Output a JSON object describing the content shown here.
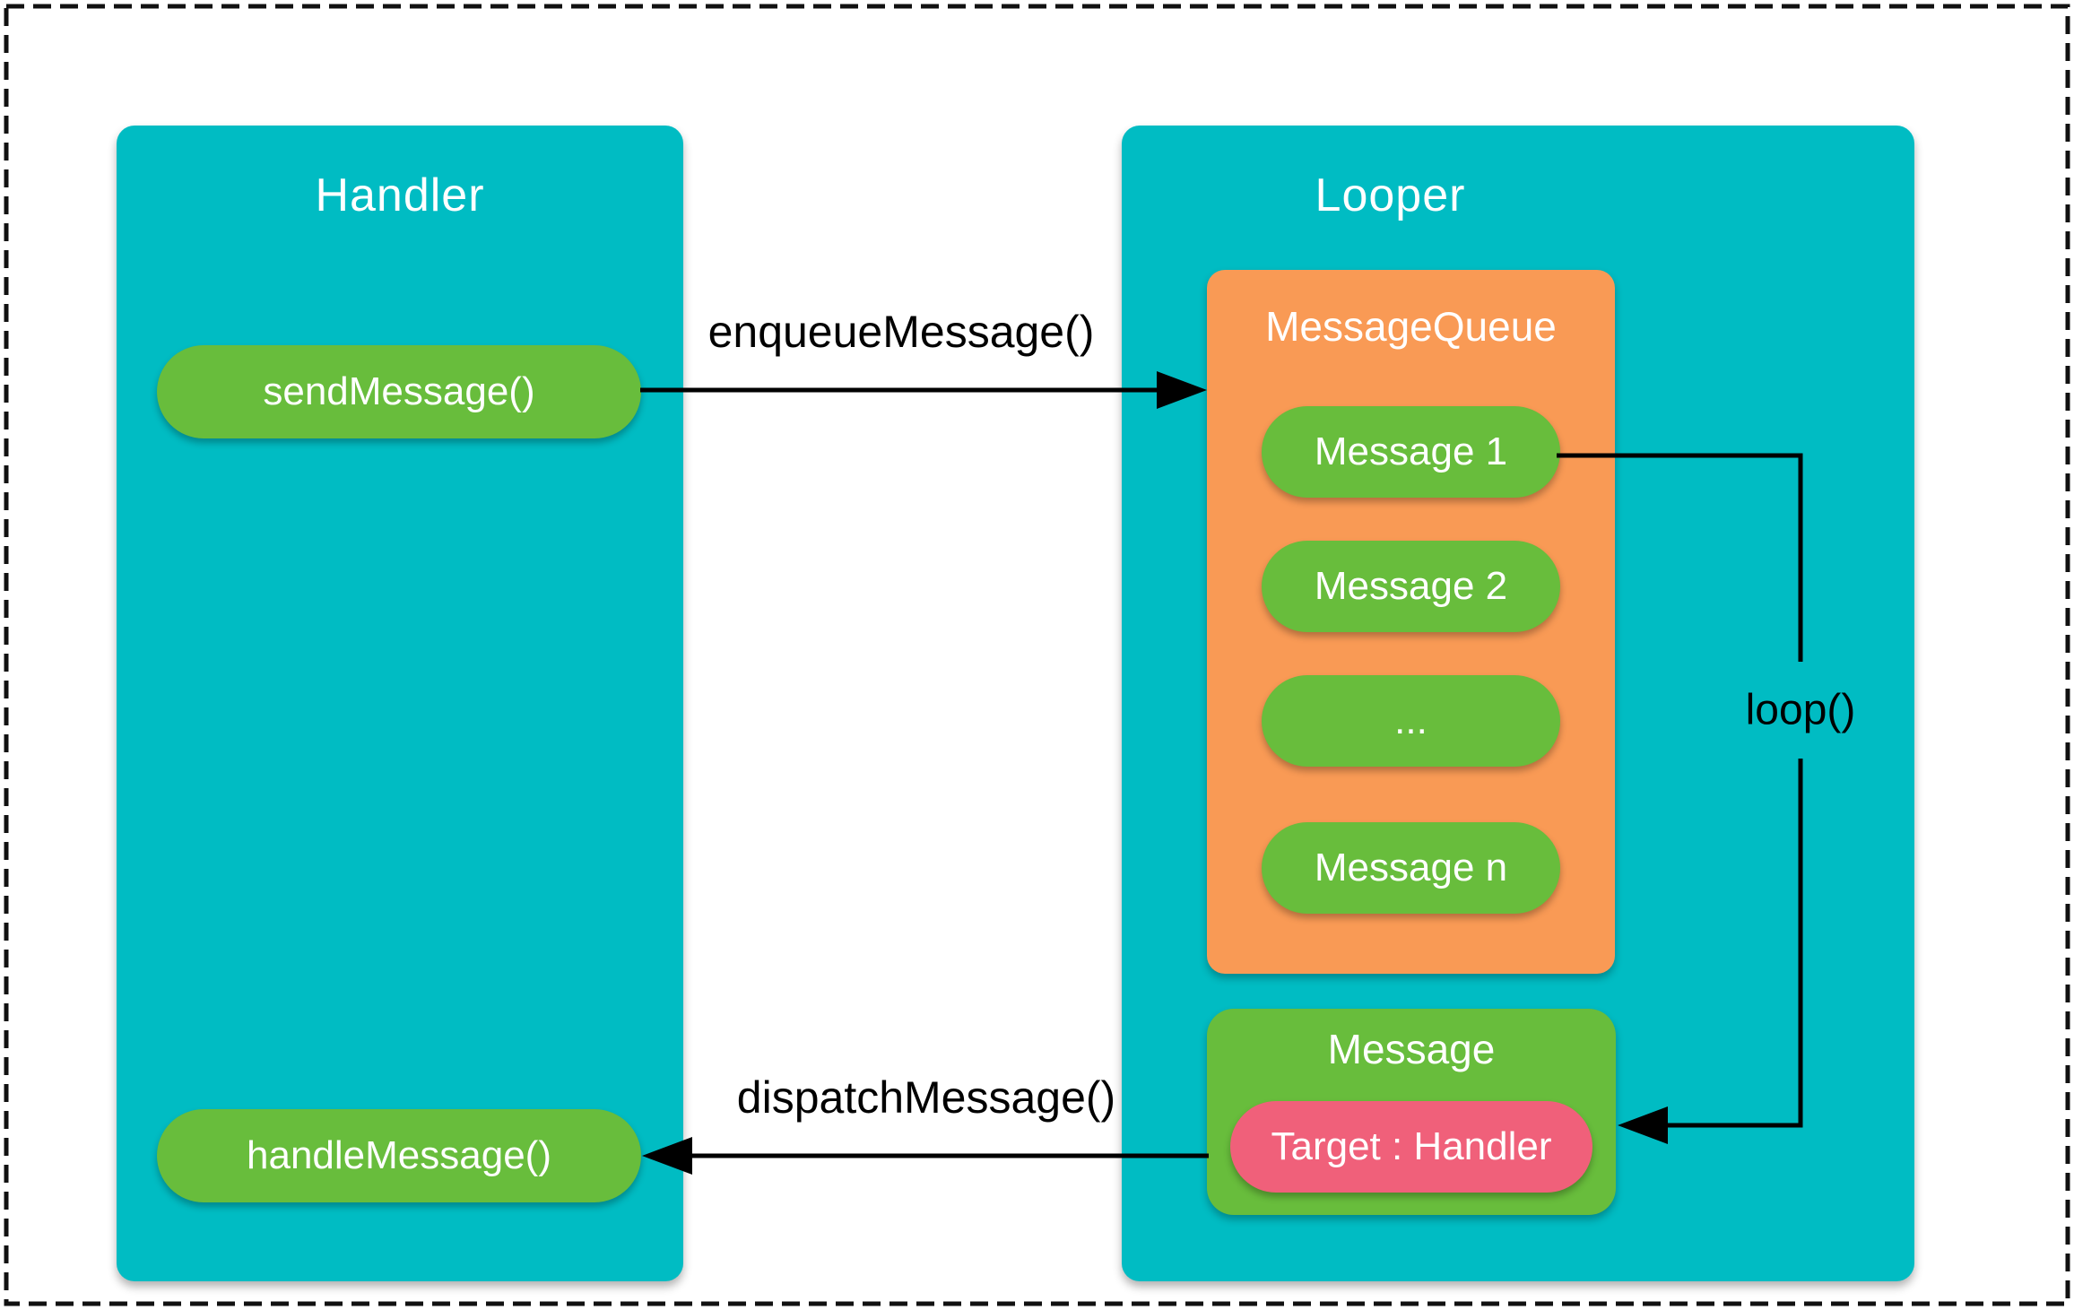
{
  "palette": {
    "teal": "#00BCC3",
    "green": "#68BD3C",
    "orange": "#F99A55",
    "pink": "#F0607A",
    "arrow": "#000000",
    "border": "#111111",
    "box_text": "#FFFFFF",
    "label_text": "#000000"
  },
  "handler": {
    "title": "Handler",
    "send_label": "sendMessage()",
    "handle_label": "handleMessage()"
  },
  "looper": {
    "title": "Looper",
    "message_queue": {
      "title": "MessageQueue",
      "messages": [
        "Message 1",
        "Message 2",
        "...",
        "Message n"
      ]
    },
    "message_box": {
      "title": "Message",
      "target_label": "Target : Handler"
    }
  },
  "arrows": {
    "enqueue_label": "enqueueMessage()",
    "dispatch_label": "dispatchMessage()",
    "loop_label": "loop()"
  }
}
